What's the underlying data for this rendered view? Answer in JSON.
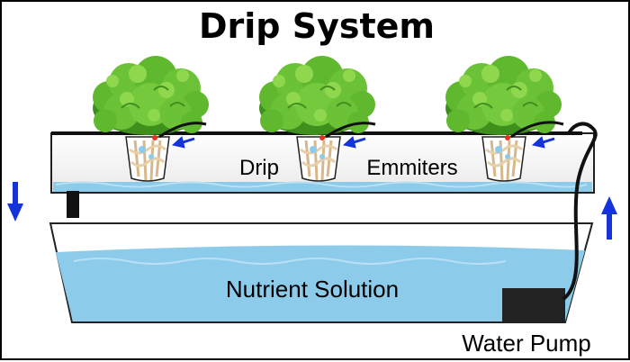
{
  "title": "Drip System",
  "labels": {
    "drip": "Drip",
    "emitters": "Emmiters",
    "nutrient_solution": "Nutrient Solution",
    "water_pump": "Water Pump"
  },
  "colors": {
    "foliage": "#5fb82e",
    "foliage_dark": "#3f8f1d",
    "foliage_light": "#8fd84e",
    "water": "#8ccbea",
    "water_light": "#b9e0f4",
    "arrow": "#1433d8",
    "pump": "#222222",
    "tube": "#111111",
    "emitter_dot": "#e8301a",
    "roots": "#e6cfaa",
    "tray": "#f4f4f4"
  },
  "plants": [
    "plant-1",
    "plant-2",
    "plant-3"
  ],
  "flow_arrows": {
    "left": "down-arrow",
    "right": "up-arrow"
  }
}
